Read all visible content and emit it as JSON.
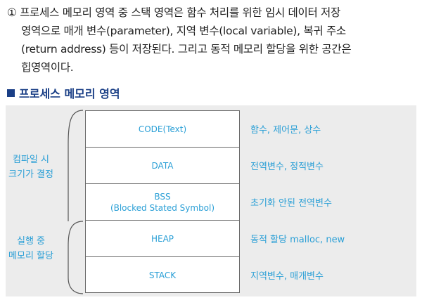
{
  "paragraph": {
    "lines": [
      "① 프로세스 메모리 영역 중 스택 영역은 함수 처리를 위한 임시 데이터 저장",
      "영역으로 매개 변수(parameter), 지역 변수(local variable), 복귀 주소",
      "(return address) 등이 저장된다. 그리고 동적 메모리 할당을 위한 공간은",
      "힙영역이다."
    ]
  },
  "heading": {
    "title": "프로세스 메모리 영역"
  },
  "diagram": {
    "segments": [
      {
        "label": "CODE(Text)",
        "description": "함수, 제어문, 상수"
      },
      {
        "label": "DATA",
        "description": "전역변수, 정적변수"
      },
      {
        "label": "BSS",
        "label_sub": "(Blocked Stated Symbol)",
        "description": "초기화 안된 전역변수"
      },
      {
        "label": "HEAP",
        "description": "동적 할당 malloc, new"
      },
      {
        "label": "STACK",
        "description": "지역변수, 매개변수"
      }
    ],
    "groups": {
      "compile": {
        "line1": "컴파일 시",
        "line2": "크기가 결정"
      },
      "runtime": {
        "line1": "실행 중",
        "line2": "메모리 할당"
      }
    },
    "colors": {
      "accent": "#2a9fd6",
      "heading": "#1a3f86",
      "panel": "#ececec"
    }
  }
}
